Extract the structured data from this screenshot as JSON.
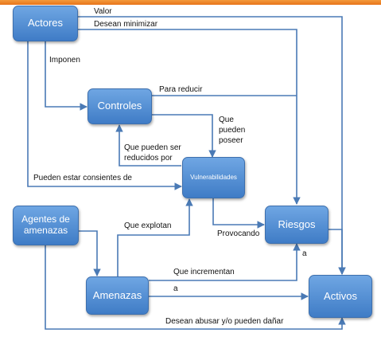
{
  "nodes": {
    "actores": "Actores",
    "controles": "Controles",
    "vulnerabilidades": "Vulnerabilidades",
    "agentes_line1": "Agentes de",
    "agentes_line2": "amenazas",
    "riesgos": "Riesgos",
    "amenazas": "Amenazas",
    "activos": "Activos"
  },
  "edges": {
    "valor": "Valor",
    "desean_minimizar": "Desean minimizar",
    "imponen": "Imponen",
    "para_reducir": "Para reducir",
    "que_pueden_poseer_1": "Que",
    "que_pueden_poseer_2": "pueden",
    "que_pueden_poseer_3": "poseer",
    "reducidos_1": "Que pueden ser",
    "reducidos_2": "reducidos por",
    "consientes": "Pueden estar consientes  de",
    "explotan": "Que explotan",
    "provocando": "Provocando",
    "a_riesgos": "a",
    "incrementan": "Que incrementan",
    "a_activos": "a",
    "abusar": "Desean abusar y/o pueden dañar"
  },
  "colors": {
    "node_fill": "#4a86cf",
    "connector": "#4a7ab5",
    "top_bar": "#ef8a2a"
  }
}
